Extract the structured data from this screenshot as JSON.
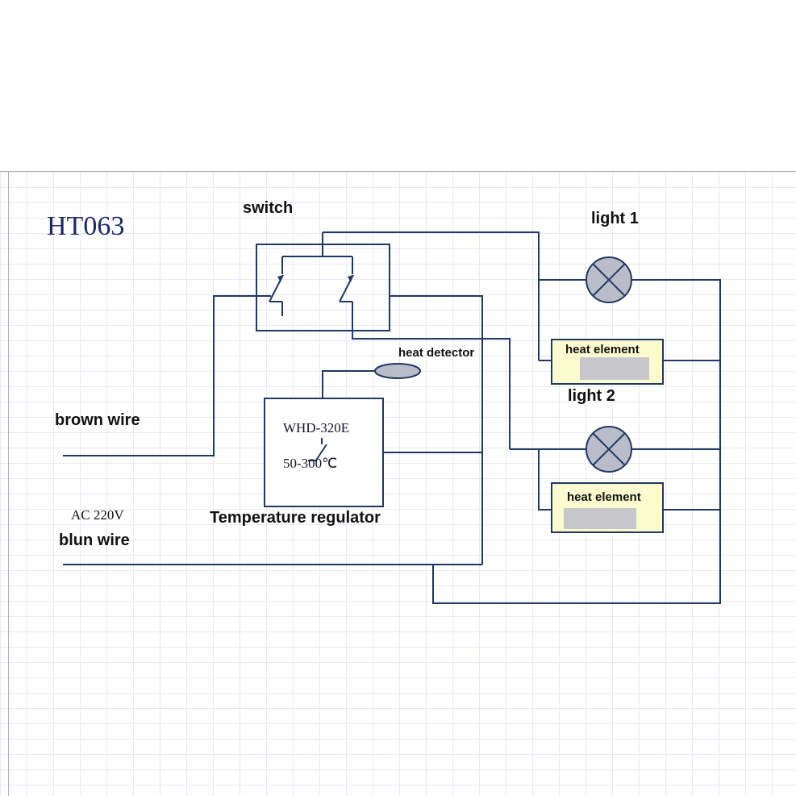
{
  "page": {
    "title": "HT063"
  },
  "labels": {
    "switch": "switch",
    "light1": "light 1",
    "light2": "light 2",
    "heat_element": "heat element",
    "heat_detector": "heat detector",
    "temperature_regulator": "Temperature regulator",
    "brown_wire": "brown wire",
    "ac_source": "AC 220V",
    "blue_wire": "blun wire"
  },
  "regulator": {
    "model": "WHD-320E",
    "temp_range": "50-300℃"
  },
  "colors": {
    "wire": "#1f3864",
    "lamp_fill": "#b9bdc9",
    "heat_element_fill": "#fbfbcf",
    "shaded_fill": "#c8c8cc",
    "grid_line": "#e9e9f3"
  }
}
